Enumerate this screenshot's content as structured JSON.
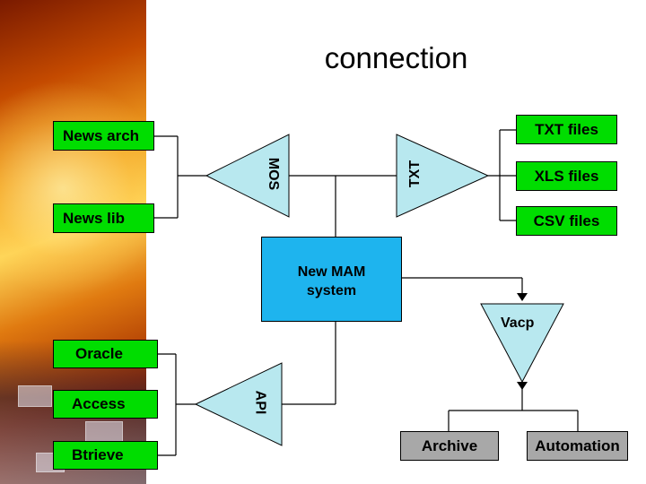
{
  "title": "connection",
  "colors": {
    "green": "#00dd00",
    "blue": "#1eb4ee",
    "triangle": "#b8e8ef",
    "gray": "#a8a8a8"
  },
  "left_sources": {
    "news_arch": "News  arch",
    "news_lib": "News  lib"
  },
  "left_databases": {
    "oracle": "Oracle",
    "access": "Access",
    "btrieve": "Btrieve"
  },
  "file_outputs": {
    "txt": "TXT files",
    "xls": "XLS files",
    "csv": "CSV files"
  },
  "converters": {
    "mos": "MOS",
    "txt": "TXT",
    "api": "API",
    "vacp": "Vacp"
  },
  "core": {
    "mam": "New MAM\nsystem"
  },
  "storage": {
    "archive": "Archive",
    "automation": "Automation"
  }
}
